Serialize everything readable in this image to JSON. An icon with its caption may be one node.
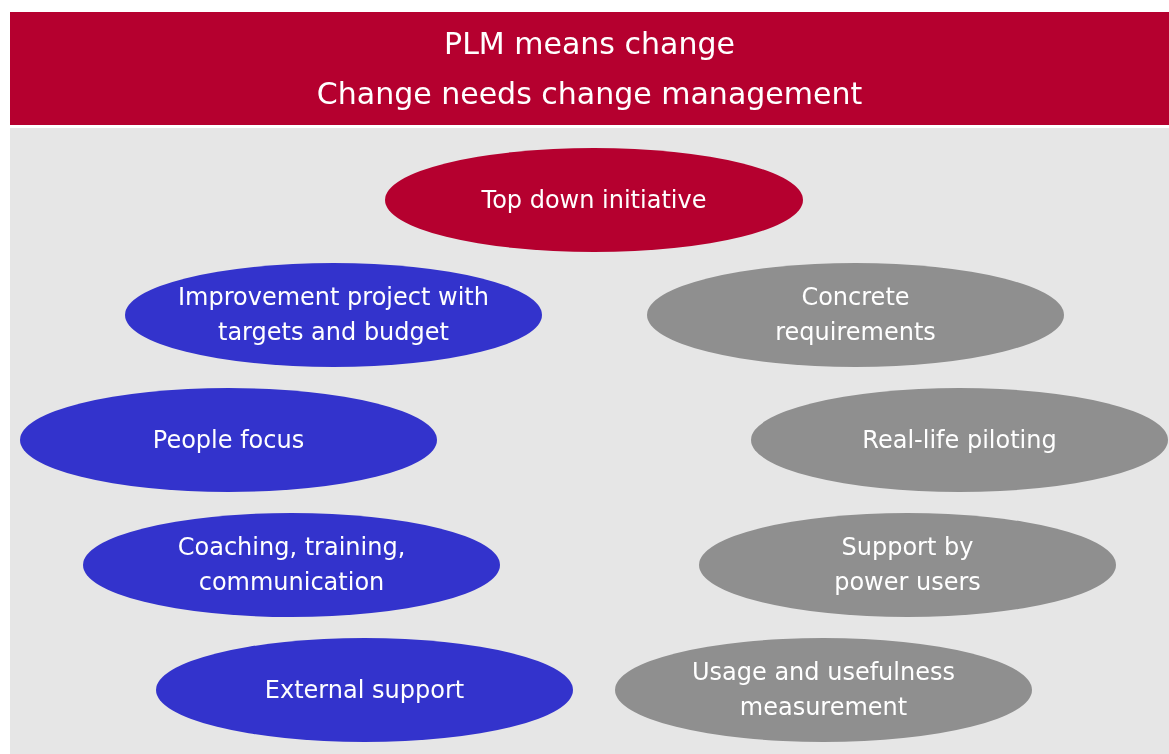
{
  "diagram": {
    "nodes": [
      {
        "text": [
          "PLM means change",
          "Change needs change management"
        ]
      },
      {
        "text": [
          "Top down initiative"
        ]
      },
      {
        "text": [
          "Improvement project with targets and budget"
        ]
      },
      {
        "text": [
          "Concrete requirements"
        ]
      },
      {
        "text": [
          "People focus"
        ]
      },
      {
        "text": [
          "Real-life piloting"
        ]
      },
      {
        "text": [
          "Coaching, training, communication"
        ]
      },
      {
        "text": [
          "Support by power users"
        ]
      },
      {
        "text": [
          "External support"
        ]
      },
      {
        "text": [
          "Usage and usefulness measurement"
        ]
      }
    ]
  }
}
